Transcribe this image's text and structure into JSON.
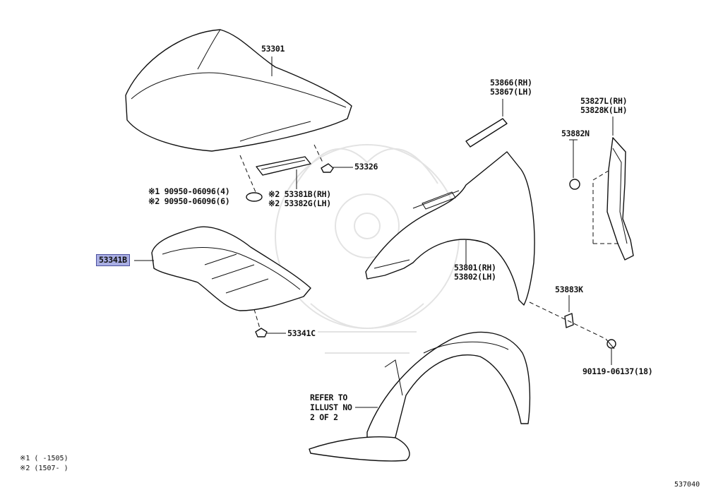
{
  "diagram": {
    "page_number": "537040",
    "parts": {
      "hood": "53301",
      "hood_rear_seal": "53326",
      "hood_cushion_notes": [
        "※1 90950-06096(4)",
        "※2 90950-06096(6)"
      ],
      "hood_seal": [
        "※2 53381B(RH)",
        "※2 53382G(LH)"
      ],
      "hood_insulator": "53341B",
      "insulator_clip": "53341C",
      "fender_seal_upper": [
        "53866(RH)",
        "53867(LH)"
      ],
      "fender_protector": [
        "53827L(RH)",
        "53828K(LH)"
      ],
      "clip_upper": "53882N",
      "fender": [
        "53801(RH)",
        "53802(LH)"
      ],
      "nut": "53883K",
      "bolt": "90119-06137(18)"
    },
    "refer_note": [
      "REFER TO",
      "ILLUST NO",
      "2 OF 2"
    ],
    "footnotes": [
      "※1 (      -1505)",
      "※2 (1507-      )"
    ]
  }
}
